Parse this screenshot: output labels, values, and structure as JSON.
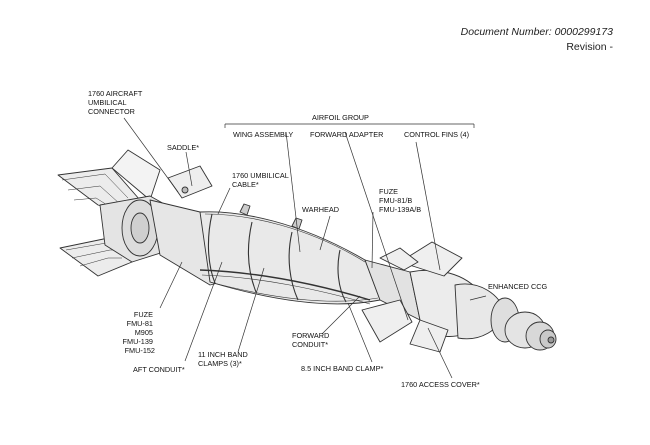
{
  "header": {
    "document_number": "Document Number: 0000299173",
    "revision": "Revision -"
  },
  "labels": {
    "aircraft_umbilical_connector": [
      "1760 AIRCRAFT",
      "UMBILICAL",
      "CONNECTOR"
    ],
    "airfoil_group": "AIRFOIL GROUP",
    "wing_assembly": "WING ASSEMBLY",
    "forward_adapter": "FORWARD ADAPTER",
    "control_fins": "CONTROL FINS (4)",
    "saddle": "SADDLE*",
    "umbilical_cable": [
      "1760 UMBILICAL",
      "CABLE*"
    ],
    "warhead": "WARHEAD",
    "fuze_front": [
      "FUZE",
      "FMU-81/B",
      "FMU-139A/B"
    ],
    "enhanced_ccg": "ENHANCED CCG",
    "fuze_rear": [
      "FUZE",
      "FMU-81",
      "M905",
      "FMU-139",
      "FMU-152"
    ],
    "aft_conduit": "AFT CONDUIT*",
    "band_clamps_11": [
      "11 INCH BAND",
      "CLAMPS (3)*"
    ],
    "forward_conduit": [
      "FORWARD",
      "CONDUIT*"
    ],
    "band_clamp_85": "8.5 INCH BAND CLAMP*",
    "access_cover": "1760 ACCESS COVER*"
  }
}
